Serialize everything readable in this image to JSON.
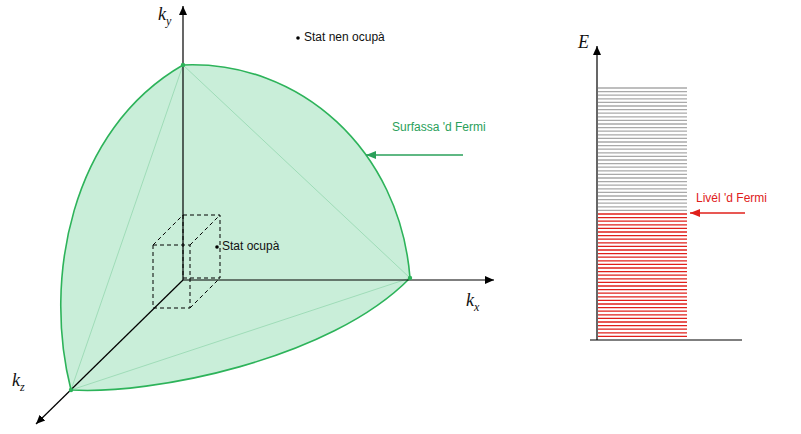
{
  "diagram": {
    "labels": [
      "ky",
      "kx",
      "kz",
      "Stat nen ocupà",
      "Surfassa 'd Fermi",
      "Stat ocupà",
      "E",
      "Livél 'd Fermi"
    ]
  }
}
